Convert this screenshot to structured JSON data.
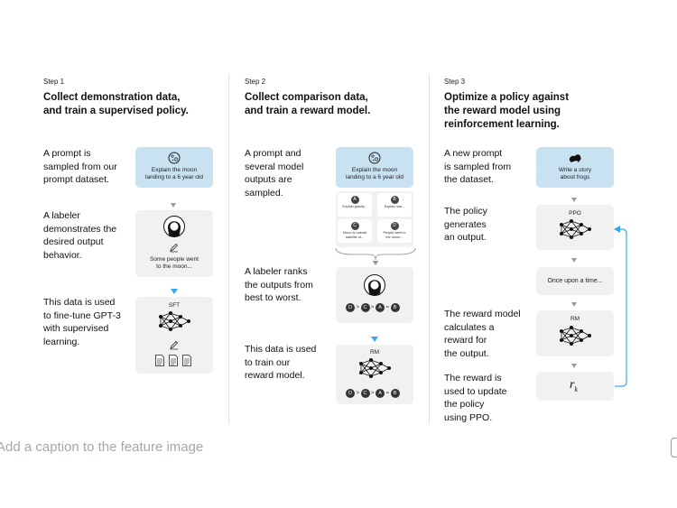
{
  "step1": {
    "label": "Step 1",
    "title_line1": "Collect demonstration data,",
    "title_line2": "and train a supervised policy.",
    "desc1": [
      "A prompt is",
      "sampled from our",
      "prompt dataset."
    ],
    "desc2": [
      "A labeler",
      "demonstrates the",
      "desired output",
      "behavior."
    ],
    "desc3": [
      "This data is used",
      "to fine-tune GPT-3",
      "with supervised",
      "learning."
    ],
    "prompt_card": [
      "Explain the moon",
      "landing to a 6 year old"
    ],
    "labeler_card": [
      "Some people went",
      "to the moon..."
    ],
    "model_label": "SFT"
  },
  "step2": {
    "label": "Step 2",
    "title_line1": "Collect comparison data,",
    "title_line2": "and train a reward model.",
    "desc1": [
      "A prompt and",
      "several model",
      "outputs are",
      "sampled."
    ],
    "desc2": [
      "A labeler ranks",
      "the outputs from",
      "best to worst."
    ],
    "desc3": [
      "This data is used",
      "to train our",
      "reward model."
    ],
    "prompt_card": [
      "Explain the moon",
      "landing to a 6 year old"
    ],
    "options": [
      {
        "letter": "A",
        "text": [
          "Explain gravity..."
        ]
      },
      {
        "letter": "B",
        "text": [
          "Explain war..."
        ]
      },
      {
        "letter": "C",
        "text": [
          "Moon is natural",
          "satellite of..."
        ]
      },
      {
        "letter": "D",
        "text": [
          "People went to",
          "the moon..."
        ]
      }
    ],
    "ranking": [
      "D",
      ">",
      "C",
      ">",
      "A",
      "=",
      "B"
    ],
    "model_label": "RM"
  },
  "step3": {
    "label": "Step 3",
    "title_line1": "Optimize a policy against",
    "title_line2": "the reward model using",
    "title_line3": "reinforcement learning.",
    "desc1": [
      "A new prompt",
      "is sampled from",
      "the dataset."
    ],
    "desc2": [
      "The policy",
      "generates",
      "an output."
    ],
    "desc3": [
      "The reward model",
      "calculates a",
      "reward for",
      "the output."
    ],
    "desc4": [
      "The reward is",
      "used to update",
      "the policy",
      "using PPO."
    ],
    "prompt_card": [
      "Write a story",
      "about frogs"
    ],
    "policy_label": "PPO",
    "output_text": "Once upon a time...",
    "rm_label": "RM",
    "reward_symbol": "r",
    "reward_subscript": "k"
  },
  "caption_placeholder": "Add a caption to the feature image",
  "icons": [
    "moon-icon",
    "person-icon",
    "pencil-icon",
    "document-icon",
    "frog-icon",
    "neural-net-icon"
  ],
  "colors": {
    "prompt_card": "#c9e2f2",
    "card": "#f1f1f0",
    "accent_arrow": "#3aa7e8",
    "caption": "#a4a8ad"
  }
}
